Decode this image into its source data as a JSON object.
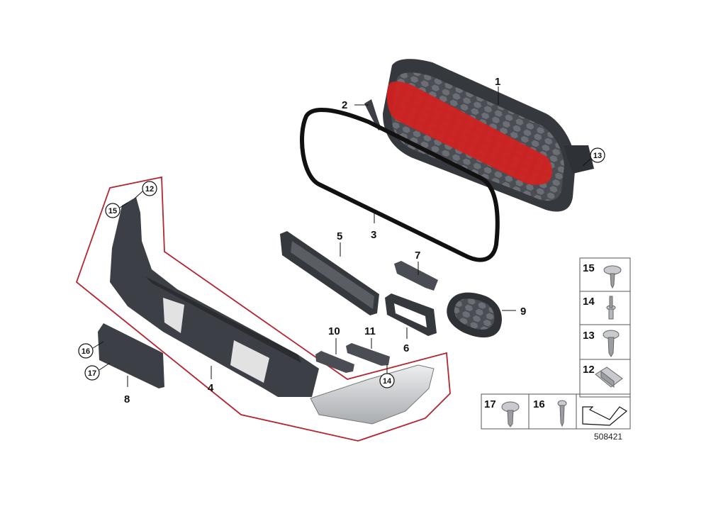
{
  "diagram": {
    "reference_number": "508421",
    "callouts": [
      {
        "label": "1"
      },
      {
        "label": "2"
      },
      {
        "label": "3"
      },
      {
        "label": "4"
      },
      {
        "label": "5"
      },
      {
        "label": "6"
      },
      {
        "label": "7"
      },
      {
        "label": "8"
      },
      {
        "label": "9"
      },
      {
        "label": "10"
      },
      {
        "label": "11"
      },
      {
        "label": "12"
      },
      {
        "label": "13"
      },
      {
        "label": "14"
      },
      {
        "label": "15"
      },
      {
        "label": "16"
      },
      {
        "label": "17"
      }
    ],
    "circled_callouts": [
      {
        "label": "12"
      },
      {
        "label": "15"
      },
      {
        "label": "13"
      },
      {
        "label": "16"
      },
      {
        "label": "17"
      },
      {
        "label": "14"
      }
    ],
    "legend_labels": [
      {
        "label": "15"
      },
      {
        "label": "14"
      },
      {
        "label": "13"
      },
      {
        "label": "12"
      },
      {
        "label": "17"
      },
      {
        "label": "16"
      }
    ],
    "colors": {
      "grille_accent": "#d42020",
      "highlight_outline": "#b52531",
      "part_dark": "#3c3f45",
      "part_light": "#c8cacd"
    }
  }
}
